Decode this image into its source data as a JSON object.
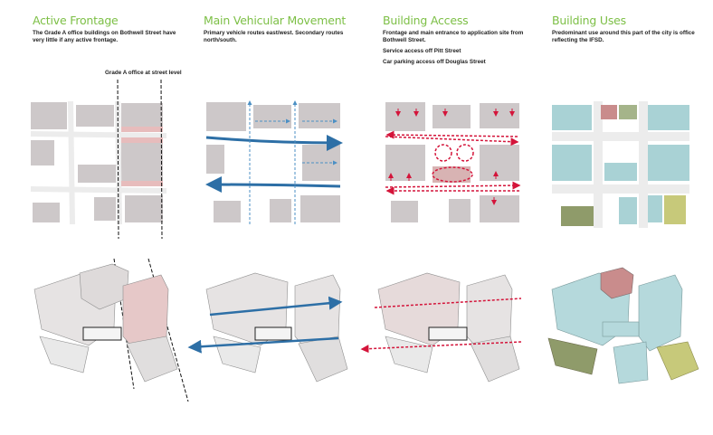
{
  "panels": [
    {
      "title": "Active Frontage",
      "description": [
        "The Grade A office buildings on Bothwell Street have very little if any active frontage."
      ],
      "annotation": "Grade A office at street level"
    },
    {
      "title": "Main Vehicular Movement",
      "description": [
        "Primary vehicle routes east/west. Secondary routes north/south."
      ]
    },
    {
      "title": "Building Access",
      "description": [
        "Frontage and main entrance to application site from Bothwell Street.",
        "Service access off Pitt Street",
        "Car parking access off Douglas Street"
      ]
    },
    {
      "title": "Building Uses",
      "description": [
        "Predominant use around this part of the city is office reflecting the IFSD."
      ]
    }
  ],
  "colors": {
    "title_green": "#7cbf45",
    "building_grey": "#cdc8c9",
    "road_light": "#ececec",
    "primary_route_blue": "#2d6fa6",
    "secondary_route_blue": "#4b8fc4",
    "access_red": "#d4143a",
    "office_blue": "#a9d2d5",
    "heritage_pink": "#c98c8c",
    "olive_green": "#8f9b6a",
    "lime_yellow": "#c7c97a"
  }
}
